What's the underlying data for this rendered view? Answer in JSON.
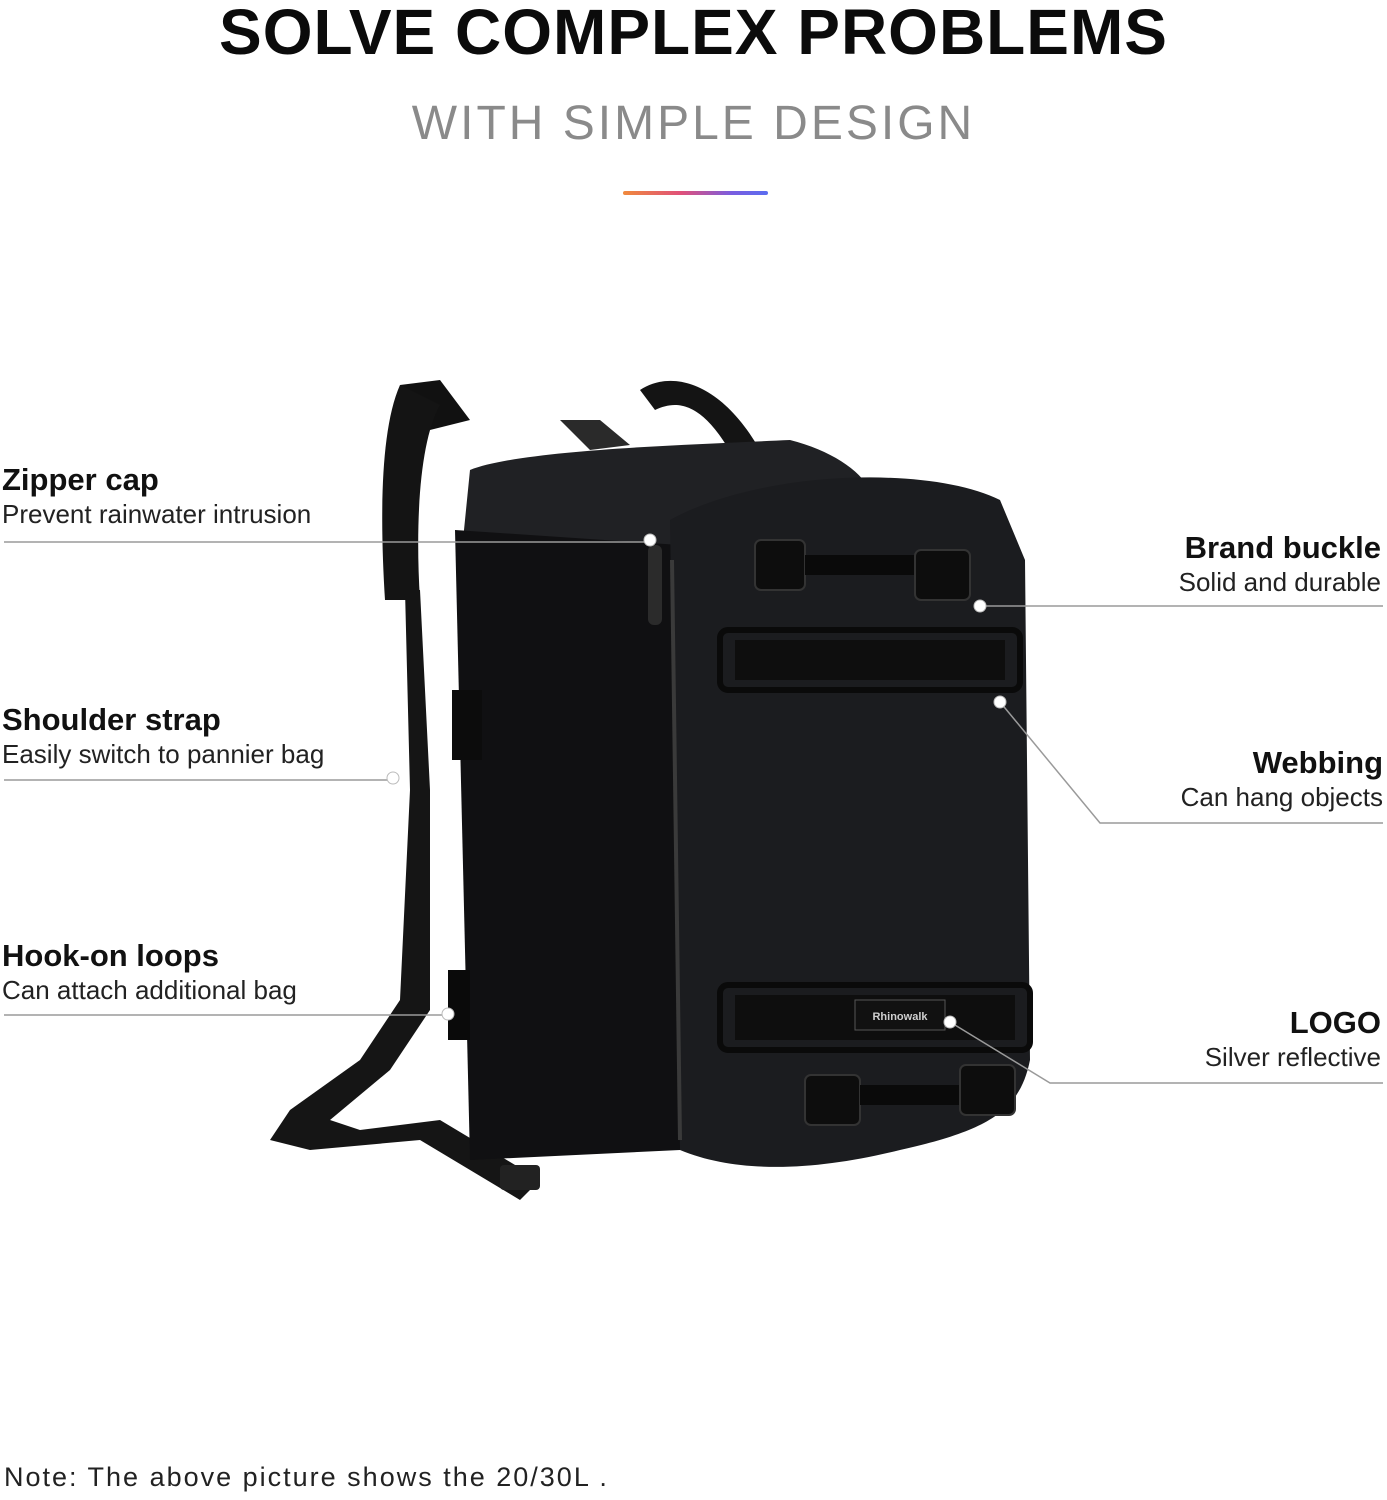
{
  "header": {
    "title": "SOLVE COMPLEX PROBLEMS",
    "subtitle": "WITH SIMPLE DESIGN"
  },
  "colors": {
    "accent_gradient": [
      "#f08a3c",
      "#e0507a",
      "#7a5de0",
      "#5a6df0"
    ],
    "bag": "#1b1c1f",
    "leader_line": "#9a9a9a"
  },
  "callouts": {
    "zipper_cap": {
      "heading": "Zipper cap",
      "desc": "Prevent rainwater intrusion"
    },
    "shoulder_strap": {
      "heading": "Shoulder strap",
      "desc": "Easily switch to pannier bag"
    },
    "hook_on_loops": {
      "heading": "Hook-on loops",
      "desc": "Can attach additional bag"
    },
    "brand_buckle": {
      "heading": "Brand buckle",
      "desc": "Solid and durable"
    },
    "webbing": {
      "heading": "Webbing",
      "desc": "Can hang objects"
    },
    "logo": {
      "heading": "LOGO",
      "desc": "Silver reflective"
    }
  },
  "product": {
    "logo_text": "Rhinowalk"
  },
  "note": "Note: The above picture shows the 20/30L ."
}
